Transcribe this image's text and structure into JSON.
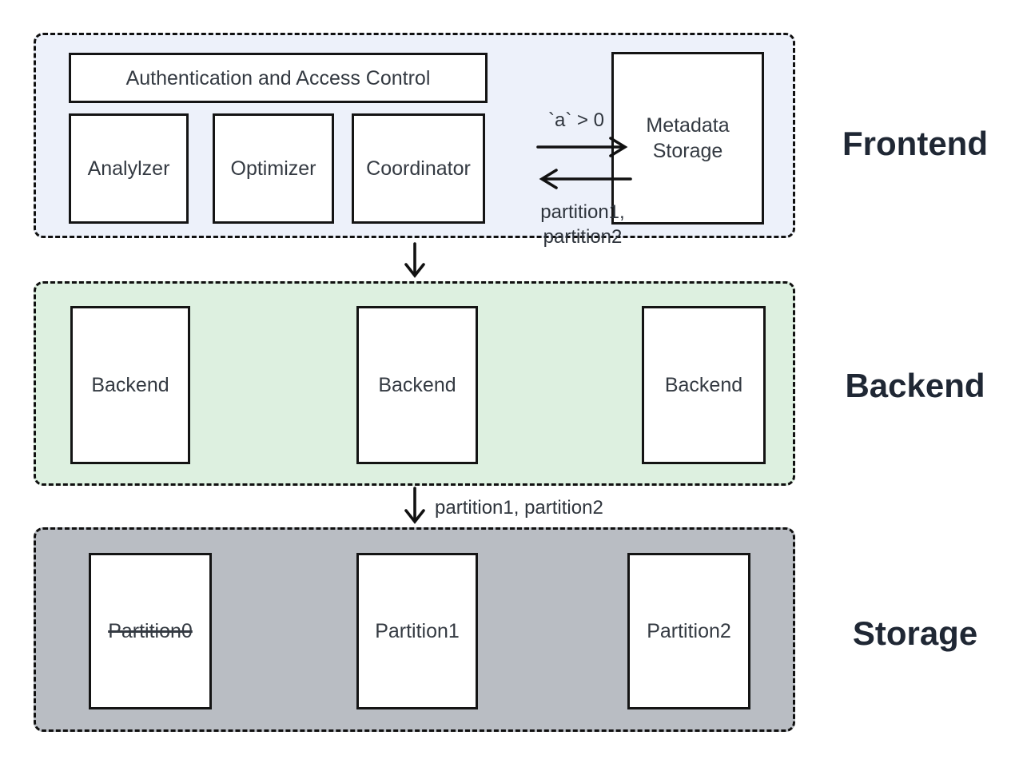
{
  "diagram": {
    "frontend": {
      "side_label": "Frontend",
      "auth_label": "Authentication and Access Control",
      "modules": [
        "Analylzer",
        "Optimizer",
        "Coordinator"
      ],
      "metadata_label": "Metadata Storage",
      "arrow_to_metadata_label": "`a` > 0",
      "arrow_from_metadata_label": "partition1,\npartition2"
    },
    "backend": {
      "side_label": "Backend",
      "boxes": [
        "Backend",
        "Backend",
        "Backend"
      ]
    },
    "storage": {
      "side_label": "Storage",
      "boxes": [
        {
          "label": "Partition0",
          "strikethrough": true
        },
        {
          "label": "Partition1",
          "strikethrough": false
        },
        {
          "label": "Partition2",
          "strikethrough": false
        }
      ]
    },
    "flow_backend_to_storage_label": "partition1, partition2",
    "colors": {
      "frontend_bg": "#edf1fa",
      "backend_bg": "#ddf0e0",
      "storage_bg": "#b9bdc3",
      "border": "#101010",
      "side_label_text": "#1f2734"
    }
  }
}
